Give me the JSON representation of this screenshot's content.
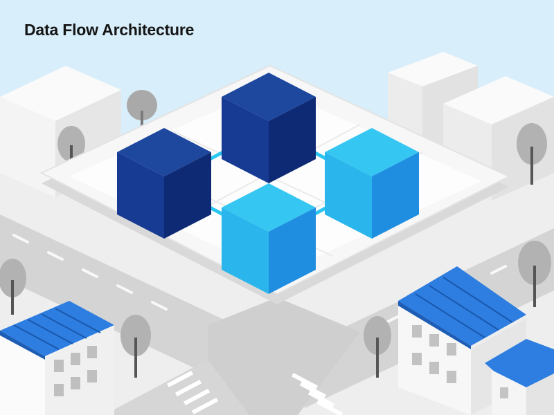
{
  "title": "Data Flow Architecture",
  "colors": {
    "sky": "#d8eefa",
    "cube_dark": "#173a93",
    "cube_dark_side": "#0e2a74",
    "cube_dark_top": "#1e479e",
    "cube_light": "#2ab6ec",
    "cube_light_side": "#1f8ee0",
    "cube_light_top": "#36c6f2",
    "connector": "#29c6f0",
    "roof_blue": "#2f7fe0",
    "building_white": "#f5f5f5",
    "road": "#d2d2d2",
    "tree_grey": "#a7a7a7"
  },
  "diagram": {
    "nodes": [
      {
        "id": "node-top",
        "tone": "dark"
      },
      {
        "id": "node-left",
        "tone": "dark"
      },
      {
        "id": "node-right",
        "tone": "light"
      },
      {
        "id": "node-bottom",
        "tone": "light"
      }
    ],
    "edges": [
      {
        "from": "node-left",
        "to": "node-top"
      },
      {
        "from": "node-top",
        "to": "node-right"
      },
      {
        "from": "node-left",
        "to": "node-bottom"
      },
      {
        "from": "node-bottom",
        "to": "node-right"
      }
    ]
  }
}
